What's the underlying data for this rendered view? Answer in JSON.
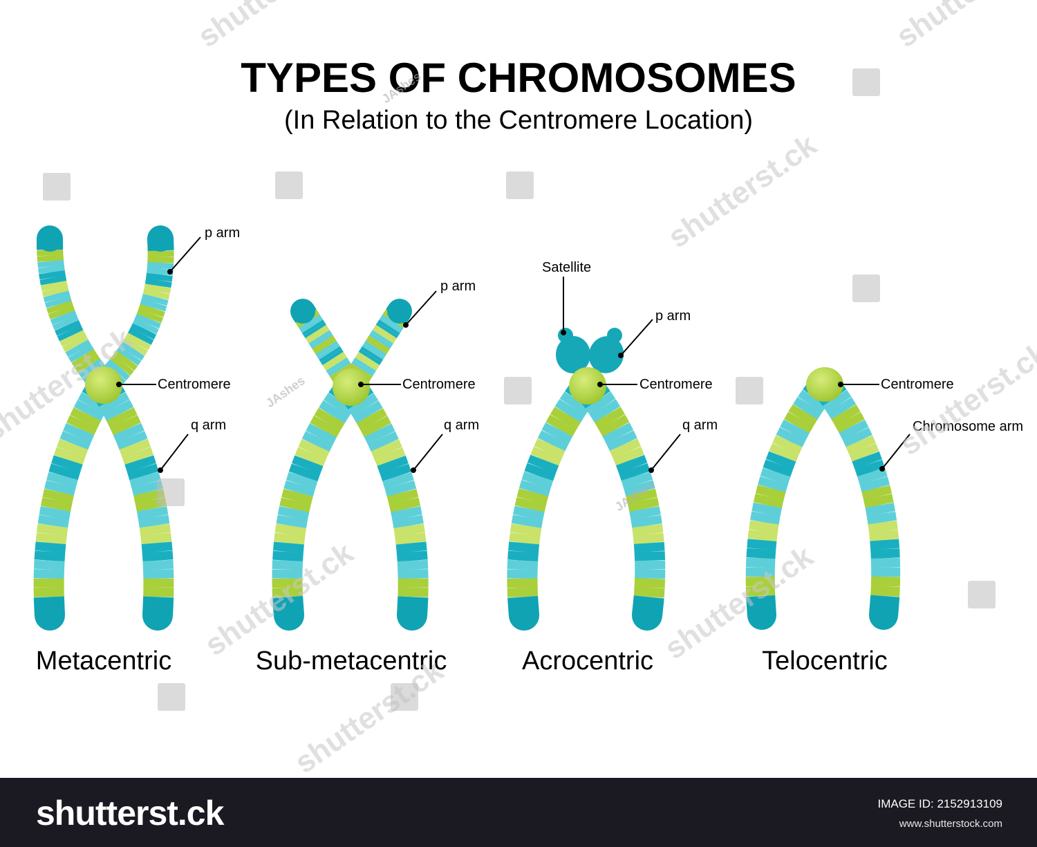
{
  "header": {
    "title": "TYPES OF CHROMOSOMES",
    "subtitle": "(In Relation to the Centromere Location)"
  },
  "colors": {
    "teal": "#1aafc0",
    "teal_dark": "#10a3b3",
    "teal_light": "#5ecfd8",
    "green": "#a9cf3a",
    "green_light": "#c8e26a",
    "background": "#ffffff",
    "footer": "#1b1a22"
  },
  "chromosomes": [
    {
      "name": "Metacentric",
      "labels": {
        "p_arm": "p arm",
        "centromere": "Centromere",
        "q_arm": "q arm"
      }
    },
    {
      "name": "Sub-metacentric",
      "labels": {
        "p_arm": "p arm",
        "centromere": "Centromere",
        "q_arm": "q arm"
      }
    },
    {
      "name": "Acrocentric",
      "labels": {
        "satellite": "Satellite",
        "p_arm": "p arm",
        "centromere": "Centromere",
        "q_arm": "q arm"
      }
    },
    {
      "name": "Telocentric",
      "labels": {
        "centromere": "Centromere",
        "arm": "Chromosome arm"
      }
    }
  ],
  "watermarks": {
    "brand": "shutterst.ck",
    "author": "JAshes"
  },
  "footer": {
    "logo": "shutterst.ck",
    "image_id": "IMAGE ID: 2152913109",
    "site": "www.shutterstock.com"
  }
}
